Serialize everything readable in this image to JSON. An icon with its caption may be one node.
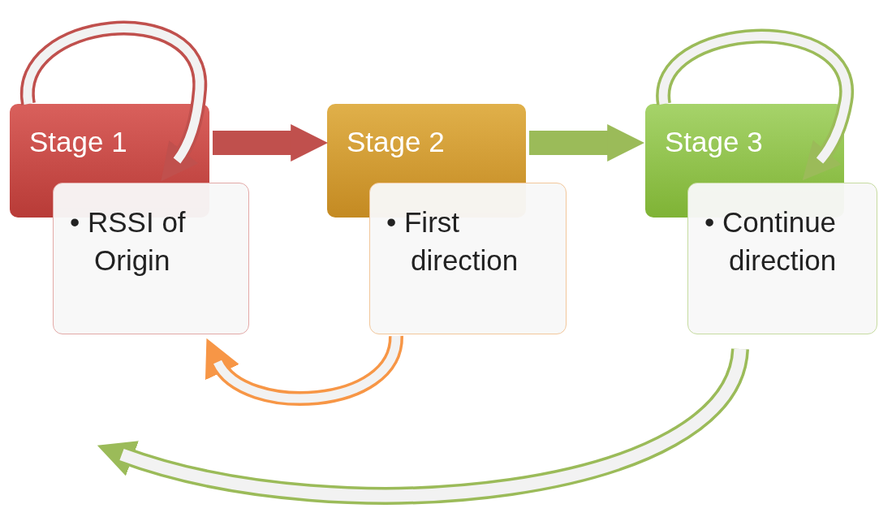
{
  "diagram": {
    "nodes": [
      {
        "text": [
          "Stage 1"
        ]
      },
      {
        "text": [
          "• RSSI of Origin"
        ]
      },
      {
        "text": [
          "Stage 2"
        ]
      },
      {
        "text": [
          "• First direction"
        ]
      },
      {
        "text": [
          "Stage 3"
        ]
      },
      {
        "text": [
          "• Continue direction"
        ]
      }
    ],
    "edges": [
      {
        "from": 0,
        "to": 2,
        "arrow": "to",
        "color": "#c0504d"
      },
      {
        "from": 2,
        "to": 4,
        "arrow": "to",
        "color": "#9bbb59"
      },
      {
        "from": 0,
        "to": 1,
        "arrow": "to",
        "color": "#c0504d"
      },
      {
        "from": 4,
        "to": 5,
        "arrow": "to",
        "color": "#9bbb59"
      },
      {
        "from": 3,
        "to": 1,
        "arrow": "to",
        "color": "#f79646"
      },
      {
        "from": 5,
        "to": null,
        "arrow": "to",
        "color": "#9bbb59"
      }
    ]
  }
}
